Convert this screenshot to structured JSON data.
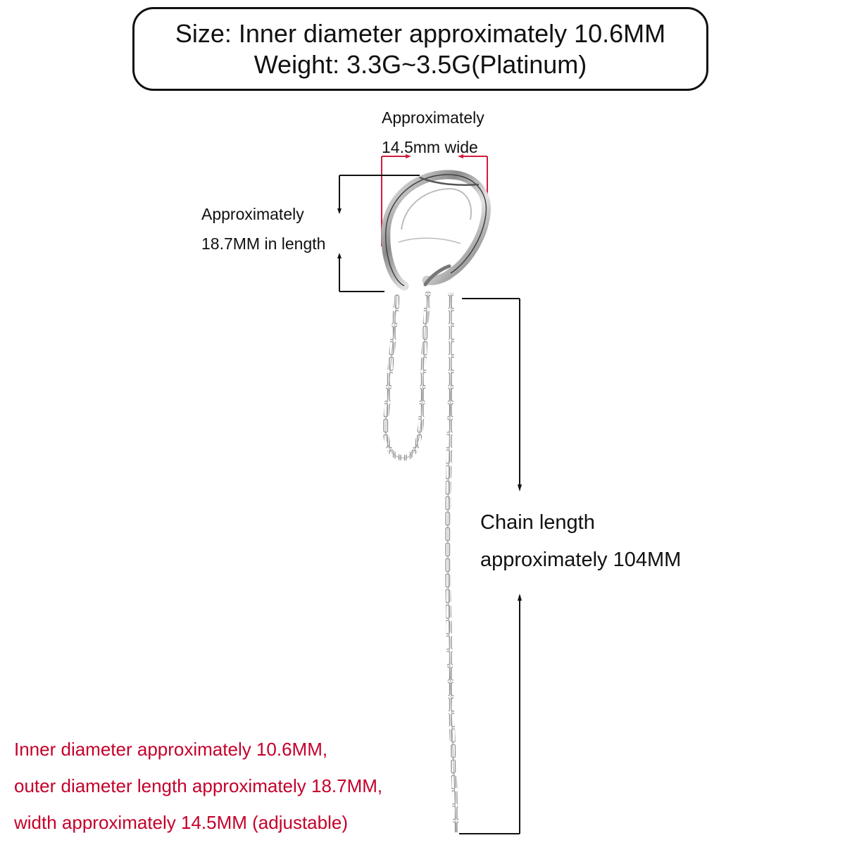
{
  "spec_box": {
    "size_line": "Size: Inner diameter approximately 10.6MM",
    "weight_line": "Weight: 3.3G~3.5G(Platinum)"
  },
  "width_label": {
    "line1": "Approximately",
    "line2": "14.5mm wide"
  },
  "length_label": {
    "line1": "Approximately",
    "line2": "18.7MM in length"
  },
  "chain_label": {
    "line1": "Chain length",
    "line2": "approximately 104MM"
  },
  "note": {
    "line1": "Inner diameter approximately 10.6MM,",
    "line2": "outer diameter length approximately 18.7MM,",
    "line3": "width approximately 14.5MM (adjustable)"
  },
  "colors": {
    "text": "#111111",
    "accent_red": "#c4002b",
    "dimension_red": "#d01c3c",
    "metal": "#9a9a9a"
  }
}
